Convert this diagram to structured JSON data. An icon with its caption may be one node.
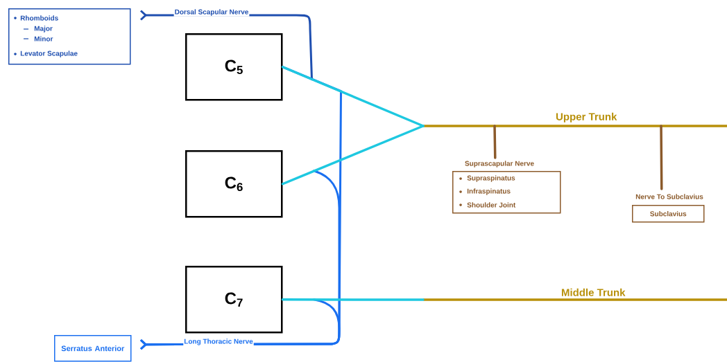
{
  "diagram": {
    "nodes": [
      {
        "text": [
          "Rhomboids",
          "Major",
          "Minor",
          "Levator Scapulae"
        ]
      },
      {
        "text": [
          "C$_{5}$"
        ]
      },
      {
        "text": [
          "C$_{6}$"
        ]
      },
      {
        "text": [
          "C$_{7}$"
        ]
      },
      {
        "text": [
          "Suprascapular Nerve",
          "Supraspinatus",
          "Infraspinatus",
          "Shoulder Joint"
        ]
      },
      {
        "text": [
          "Nerve To Subclavius",
          "Subclavius"
        ]
      },
      {
        "text": [
          "Serratus Anterior"
        ]
      },
      {
        "text": [
          "Upper Trunk"
        ]
      },
      {
        "text": [
          "Middle Trunk"
        ]
      }
    ],
    "edges": [
      {
        "from": 1,
        "to": 0,
        "arrow": "other",
        "label": "Dorsal Scapular Nerve",
        "color": "#1f4fb0"
      },
      {
        "from": 1,
        "to": 7,
        "arrow": "none",
        "color": "#1ec8e0"
      },
      {
        "from": 2,
        "to": 7,
        "arrow": "none",
        "color": "#1ec8e0"
      },
      {
        "from": 3,
        "to": 8,
        "arrow": "none",
        "color": "#1ec8e0"
      },
      {
        "from": 7,
        "to": 4,
        "arrow": "none",
        "color": "#8b5a2b"
      },
      {
        "from": 7,
        "to": 5,
        "arrow": "none",
        "color": "#8b5a2b"
      },
      {
        "from": 1,
        "to": 6,
        "arrow": "other",
        "label": "Long Thoracic Nerve",
        "color": "#1a6ff0"
      },
      {
        "from": 2,
        "to": 6,
        "arrow": "other",
        "color": "#1a6ff0"
      },
      {
        "from": 3,
        "to": 6,
        "arrow": "other",
        "color": "#1a6ff0"
      }
    ]
  }
}
